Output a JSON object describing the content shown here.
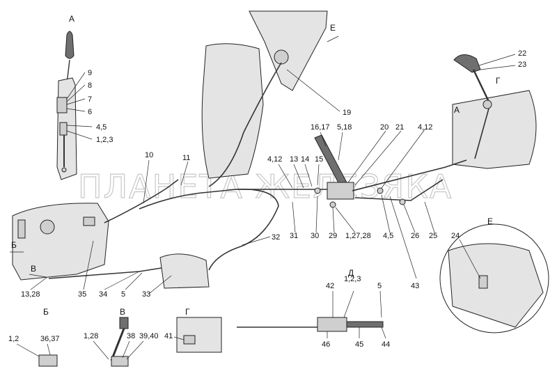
{
  "sections": {
    "A_top": "А",
    "E_arrow": "Е",
    "G_arrow": "Г",
    "A_arrow": "А",
    "E_view": "Е",
    "D_view": "Д",
    "B_view": "Б",
    "V_view": "В",
    "G_view": "Г",
    "B_arrow": "Б",
    "V_arrow": "В"
  },
  "callouts": {
    "c9": "9",
    "c8": "8",
    "c7": "7",
    "c6": "6",
    "c45a": "4,5",
    "c123a": "1,2,3",
    "c10": "10",
    "c11": "11",
    "c19": "19",
    "c22": "22",
    "c23": "23",
    "c1617": "16,17",
    "c518": "5,18",
    "c20": "20",
    "c21": "21",
    "c412a": "4,12",
    "c412b": "4,12",
    "c13": "13",
    "c14": "14",
    "c15": "15",
    "c31": "31",
    "c30": "30",
    "c29": "29",
    "c12728": "1,27,28",
    "c45b": "4,5",
    "c26": "26",
    "c25": "25",
    "c32": "32",
    "c43": "43",
    "c24": "24",
    "c1328": "13,28",
    "c35": "35",
    "c34": "34",
    "c5a": "5",
    "c33": "33",
    "c42": "42",
    "c123b": "1,2,3",
    "c5b": "5",
    "c46": "46",
    "c45": "45",
    "c44": "44",
    "c12": "1,2",
    "c3637": "36,37",
    "c128": "1,28",
    "c38": "38",
    "c3940": "39,40",
    "c41": "41"
  },
  "watermark": "ПЛАНЕТА ЖЕЛЕЗЯКА"
}
